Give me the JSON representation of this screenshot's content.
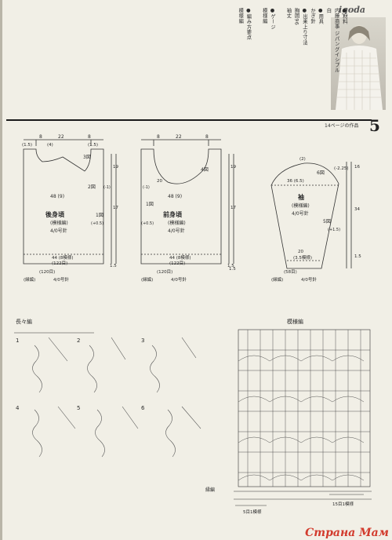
{
  "header": {
    "brand": "igoda",
    "work_ref": "14ページの作品",
    "page_number": "5"
  },
  "instructions": [
    "●材料",
    "内藤商事 ジパングイシプル",
    "白",
    "●用具",
    "かぎ針",
    "●出来上り寸法",
    "胸囲96",
    "袖丈",
    "",
    "●ゲージ",
    "模様編",
    "",
    "●編み方要点",
    "模様編",
    "",
    "",
    "",
    "",
    "",
    "",
    "",
    "",
    "",
    "",
    "",
    "",
    "",
    "",
    "",
    "",
    "",
    "",
    "",
    "",
    "",
    "",
    "",
    "",
    "",
    "",
    "",
    ""
  ],
  "diagram": {
    "back": {
      "top_left": "8",
      "neck_width": "22",
      "top_right": "8",
      "shoulder_left": "(1.5)",
      "neck_stitches": "(4)",
      "shoulder_right": "(1.5)",
      "fig3": "3図",
      "fig2": "2図",
      "width": "48 (9)",
      "side_dec": "(-1)",
      "title": "後身頃",
      "pattern": "(模様編)",
      "needle": "4/0号針",
      "fig1": "1図",
      "inc": "(+0.5)",
      "hem_width": "44 (8模様)",
      "hem_stitches": "(122目)",
      "ribbing_stitches": "(120目)",
      "ribbing": "(縁編)",
      "ribbing_needle": "4/0号針",
      "note": "",
      "armhole_h": "19",
      "armhole_rows": "",
      "side_h": "17",
      "side_rows": "",
      "rib_h": "1.5"
    },
    "front": {
      "top_left": "8",
      "neck_width": "22",
      "top_right": "8",
      "fig4": "4図",
      "neck_depth": "20",
      "width": "48 (9)",
      "side_dec": "(-1)",
      "title": "前身頃",
      "pattern": "(模様編)",
      "needle": "4/0号針",
      "fig1": "1図",
      "inc": "(+0.5)",
      "hem_width": "44 (8模様)",
      "hem_stitches": "(122目)",
      "ribbing_stitches": "(120目)",
      "ribbing": "(縁編)",
      "ribbing_needle": "4/0号針",
      "side_mark": "1.5",
      "armhole_h": "19",
      "side_h": "17",
      "rib_h": "1.5"
    },
    "sleeve": {
      "cap_top": "(2)",
      "fig6": "6図",
      "cap_dec": "(-2.25)",
      "upper_width": "36 (6.5)",
      "title": "袖",
      "pattern": "(模様編)",
      "needle": "4/0号針",
      "fig5": "5図",
      "inc": "(+1.5)",
      "cuff_width": "20",
      "cuff_stitches": "(3.5模様)",
      "ribbing_stitches": "(58目)",
      "ribbing": "(縁編)",
      "ribbing_needle": "4/0号針",
      "cap_h": "16",
      "length": "34",
      "rib_h": "1.5"
    }
  },
  "stitch": {
    "title": "長々編",
    "step1": "1",
    "step2": "2",
    "step3": "3",
    "step4": "4",
    "step5": "5",
    "step6": "6",
    "note_a": "",
    "note_b": "",
    "note_c": "",
    "note_d": ""
  },
  "chart": {
    "title": "模様編",
    "ribbing": "縁編",
    "repeat_right": "15目1模様",
    "repeat_left": "5目1模様"
  },
  "footer": {
    "watermark": "Страна Мам"
  }
}
